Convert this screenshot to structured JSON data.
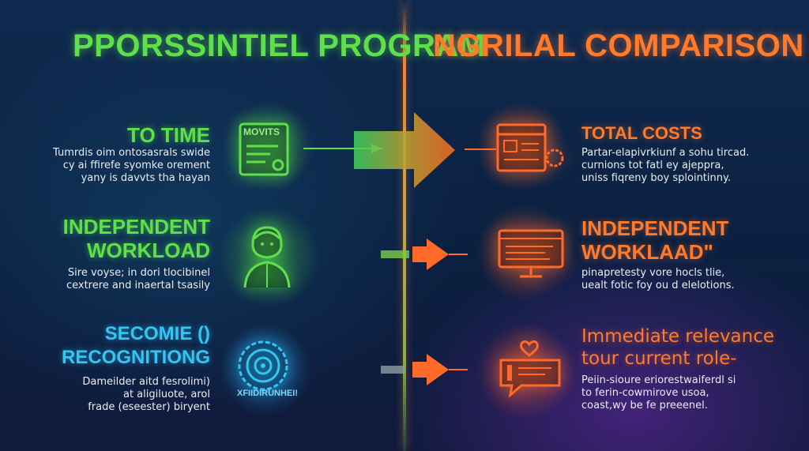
{
  "left_title": "PPORSSINTIEL PROGRAM",
  "right_title": "NGRILAL COMPARISON",
  "rows": [
    {
      "left_heading": "TO TIME",
      "left_desc": "Tumrdis oim ontosasrals swide\ncy ai ffirefe syomke orement\nyany is davvts tha hayan",
      "left_icon_label": "MOVITS",
      "right_heading": "TOTAL COSTS",
      "right_desc": "Partar-elapivrkiunf a sohu tircad.\ncurnions tot fatl ey ajeppra,\nuniss fiqreny boy splointinny."
    },
    {
      "left_heading_line1": "INDEPENDENT",
      "left_heading_line2": "WORKLOAD",
      "left_desc": "Sire voyse; in dori tlocibinel\ncextrere and inaertal tsasily",
      "right_heading_line1": "INDEPENDENT",
      "right_heading_line2": "WORKLAAD\"",
      "right_desc": "pinapretesty vore hocls tlie,\nuealt fotic foy ou d elelotions."
    },
    {
      "left_heading_line1": "SECOMIE ()",
      "left_heading_line2": "RECOGNITIONG",
      "left_desc": "Dameilder aitd fesrolimi)\nat aligiluote, arol\nfrade (eseester) biryent",
      "left_icon_label": "XFIIDIRUNHEI!",
      "right_heading_line1": "Immediate relevance",
      "right_heading_line2": "tour current role-",
      "right_desc": "Peiin-sioure eriorestwaiferdl si\nto ferin-cowmirove usoa,\ncoast,wy be fe preeenel."
    }
  ],
  "colors": {
    "green": "#5fe04a",
    "orange": "#ff7a2a",
    "cyan": "#35c6f0",
    "background": "#0d2344"
  },
  "icons": [
    "document-icon",
    "person-icon",
    "target-icon",
    "browser-icon",
    "monitor-icon",
    "chat-heart-icon"
  ]
}
